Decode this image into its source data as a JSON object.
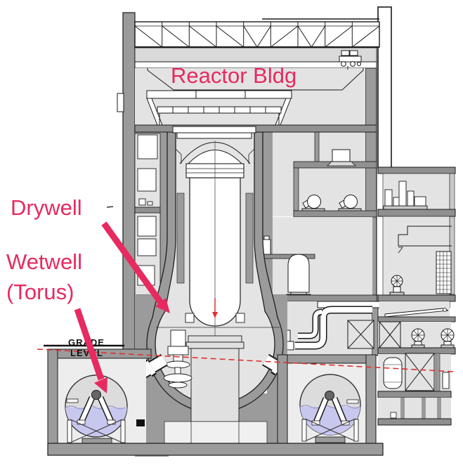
{
  "diagram": {
    "labels": {
      "reactor_bldg": "Reactor Bldg",
      "drywell": "Drywell",
      "wetwell_line1": "Wetwell",
      "wetwell_line2": "(Torus)",
      "grade_line1": "GRADE",
      "grade_line2": "LEVEL"
    },
    "colors": {
      "annotation_pink": "#e72a5f",
      "grade_dash_red": "#e03131",
      "concrete_gray": "#9b9b9b",
      "floor_gray": "#919191",
      "room_light_gray": "#e3e3e3",
      "torus_water": "#c8c8ef",
      "outline_black": "#1a1a1a"
    },
    "components": [
      "reactor-building-shell",
      "roof-truss",
      "exhaust-stack",
      "overhead-crane-trolley",
      "refueling-platform",
      "shield-plugs",
      "drywell-containment",
      "reactor-pressure-vessel",
      "rpv-pedestal",
      "crd-assembly",
      "vent-pipe-left",
      "vent-pipe-right",
      "torus-left",
      "torus-right",
      "torus-water",
      "torus-saddle",
      "grade-line",
      "adjacent-building",
      "x-braced-supports",
      "valves",
      "tanks",
      "pumps"
    ]
  }
}
